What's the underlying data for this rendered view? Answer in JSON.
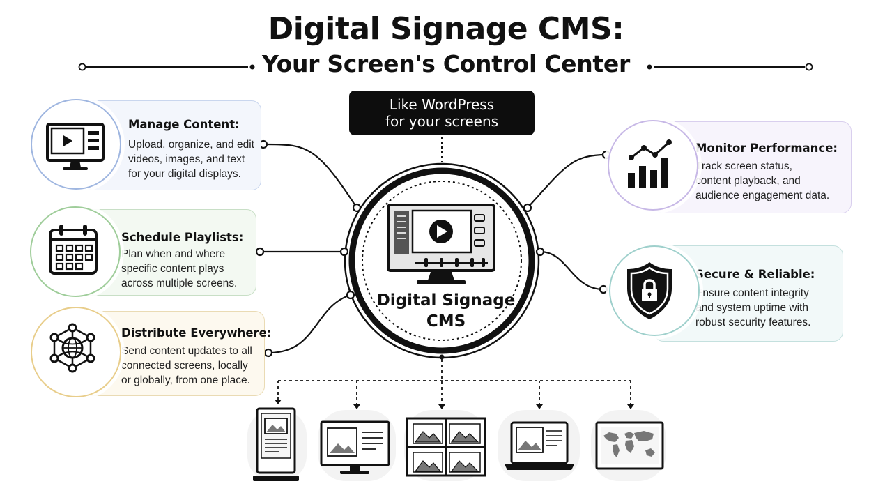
{
  "title": {
    "line1": "Digital Signage CMS:",
    "line2": "Your Screen's Control Center"
  },
  "tagline": {
    "line1": "Like WordPress",
    "line2": "for your screens"
  },
  "center": {
    "label_line1": "Digital Signage",
    "label_line2": "CMS",
    "icon": "cms-monitor-icon"
  },
  "features_left": [
    {
      "title": "Manage Content:",
      "lines": [
        "Upload, organize, and edit",
        "videos, images, and text",
        "for your digital displays."
      ],
      "icon": "monitor-content-icon",
      "accent": "#9fb6e0"
    },
    {
      "title": "Schedule Playlists:",
      "lines": [
        "Plan when and where",
        "specific content plays",
        "across multiple screens."
      ],
      "icon": "calendar-icon",
      "accent": "#9fcd9a"
    },
    {
      "title": "Distribute Everywhere:",
      "lines": [
        "Send content updates to all",
        "connected screens, locally",
        "or globally, from one place."
      ],
      "icon": "network-globe-icon",
      "accent": "#e8cd8a"
    }
  ],
  "features_right": [
    {
      "title": "Monitor Performance:",
      "lines": [
        "Track screen status,",
        "content playback, and",
        "audience engagement data."
      ],
      "icon": "analytics-chart-icon",
      "accent": "#c7b8e6"
    },
    {
      "title": "Secure & Reliable:",
      "lines": [
        "Ensure content integrity",
        "and system uptime with",
        "robust security features."
      ],
      "icon": "shield-lock-icon",
      "accent": "#9fd0cc"
    }
  ],
  "devices": [
    {
      "icon": "kiosk-display-icon"
    },
    {
      "icon": "monitor-display-icon"
    },
    {
      "icon": "video-wall-icon"
    },
    {
      "icon": "laptop-display-icon"
    },
    {
      "icon": "map-display-icon"
    }
  ],
  "colors": {
    "ink": "#111111",
    "tagline_bg": "#0d0d0d"
  }
}
